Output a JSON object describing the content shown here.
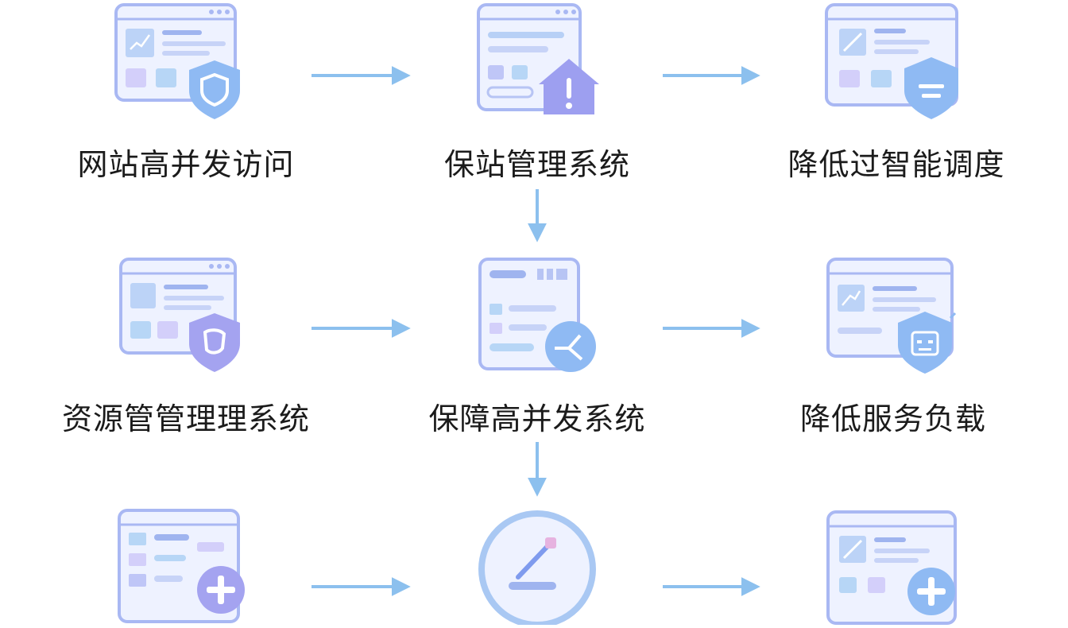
{
  "nodes": [
    {
      "id": "high-concurrency-access",
      "label": "网站高并发访问",
      "badge": "shield-icon"
    },
    {
      "id": "site-protection-system",
      "label": "保站管理系统",
      "badge": "alert-house-icon"
    },
    {
      "id": "reduce-intelligent-scheduling",
      "label": "降低过智能调度",
      "badge": "balance-icon"
    },
    {
      "id": "resource-management-system",
      "label": "资源管管理理系统",
      "badge": "shield-outline-icon"
    },
    {
      "id": "ensure-concurrency-system",
      "label": "保障高并发系统",
      "badge": "branch-icon"
    },
    {
      "id": "reduce-service-load",
      "label": "降低服务负载",
      "badge": "robot-icon"
    },
    {
      "id": "bottom-left",
      "label": "",
      "badge": "plus-icon"
    },
    {
      "id": "bottom-center",
      "label": "",
      "badge": "gauge-icon"
    },
    {
      "id": "bottom-right",
      "label": "",
      "badge": "plus-icon"
    }
  ],
  "colors": {
    "arrow": "#8cc0ee",
    "frame": "#a9b8f3",
    "frame_bg": "#eef2ff",
    "accent_blue": "#7ab6f0",
    "accent_purple": "#a4a3f0"
  }
}
